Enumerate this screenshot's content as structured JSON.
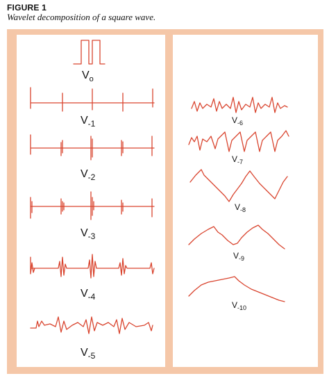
{
  "figure": {
    "label": "FIGURE 1",
    "caption": "Wavelet decomposition of a square wave."
  },
  "levels": [
    {
      "id": "v0",
      "base": "V",
      "sub": "o"
    },
    {
      "id": "vm1",
      "base": "V",
      "sub": "-1"
    },
    {
      "id": "vm2",
      "base": "V",
      "sub": "-2"
    },
    {
      "id": "vm3",
      "base": "V",
      "sub": "-3"
    },
    {
      "id": "vm4",
      "base": "V",
      "sub": "-4"
    },
    {
      "id": "vm5",
      "base": "V",
      "sub": "-5"
    },
    {
      "id": "vm6",
      "base": "V",
      "sub": "-6"
    },
    {
      "id": "vm7",
      "base": "V",
      "sub": "-7"
    },
    {
      "id": "vm8",
      "base": "V",
      "sub": "-8"
    },
    {
      "id": "vm9",
      "base": "V",
      "sub": "-9"
    },
    {
      "id": "vm10",
      "base": "V",
      "sub": "-10"
    }
  ],
  "colors": {
    "frame": "#f5c7a8",
    "wave": "#d9442e",
    "panel": "#ffffff"
  }
}
